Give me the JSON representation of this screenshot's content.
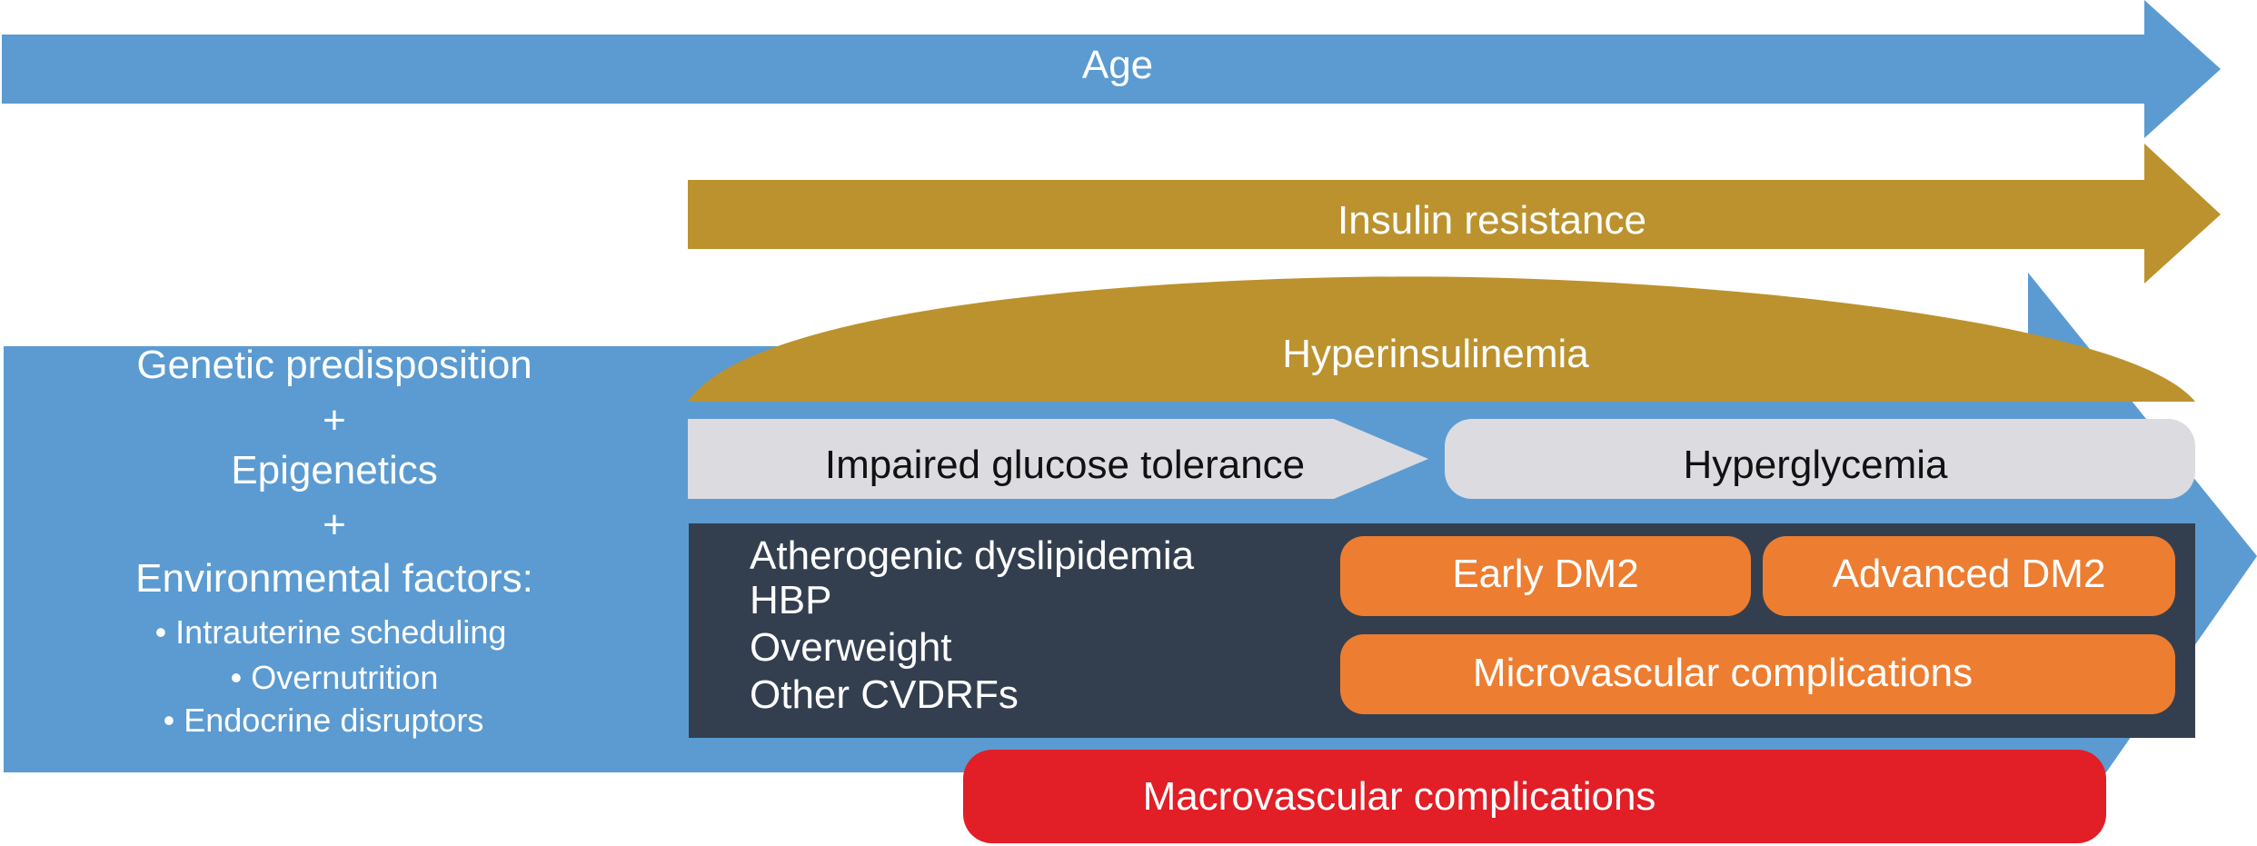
{
  "colors": {
    "age_blue": "#5b9bd1",
    "insulin_gold": "#bb922e",
    "light_gray": "#dcdbe0",
    "navy": "#333f4f",
    "orange": "#ed7d31",
    "red": "#e21e26"
  },
  "age": {
    "label": "Age"
  },
  "insulin_resistance": {
    "label": "Insulin resistance"
  },
  "hyperinsulinemia": {
    "label": "Hyperinsulinemia"
  },
  "glucose": {
    "impaired": "Impaired glucose tolerance",
    "hyperglycemia": "Hyperglycemia"
  },
  "risk_factors": {
    "genetic": "Genetic predisposition",
    "plus1": "+",
    "epigenetics": "Epigenetics",
    "plus2": "+",
    "environmental": "Environmental factors:",
    "items": [
      "• Intrauterine scheduling",
      "• Overnutrition",
      "• Endocrine disruptors"
    ]
  },
  "cvdrf": {
    "items": [
      "Atherogenic dyslipidemia",
      "HBP",
      "Overweight",
      "Other CVDRFs"
    ]
  },
  "stages": {
    "early_dm2": "Early DM2",
    "advanced_dm2": "Advanced DM2",
    "microvascular": "Microvascular complications",
    "macrovascular": "Macrovascular complications"
  }
}
